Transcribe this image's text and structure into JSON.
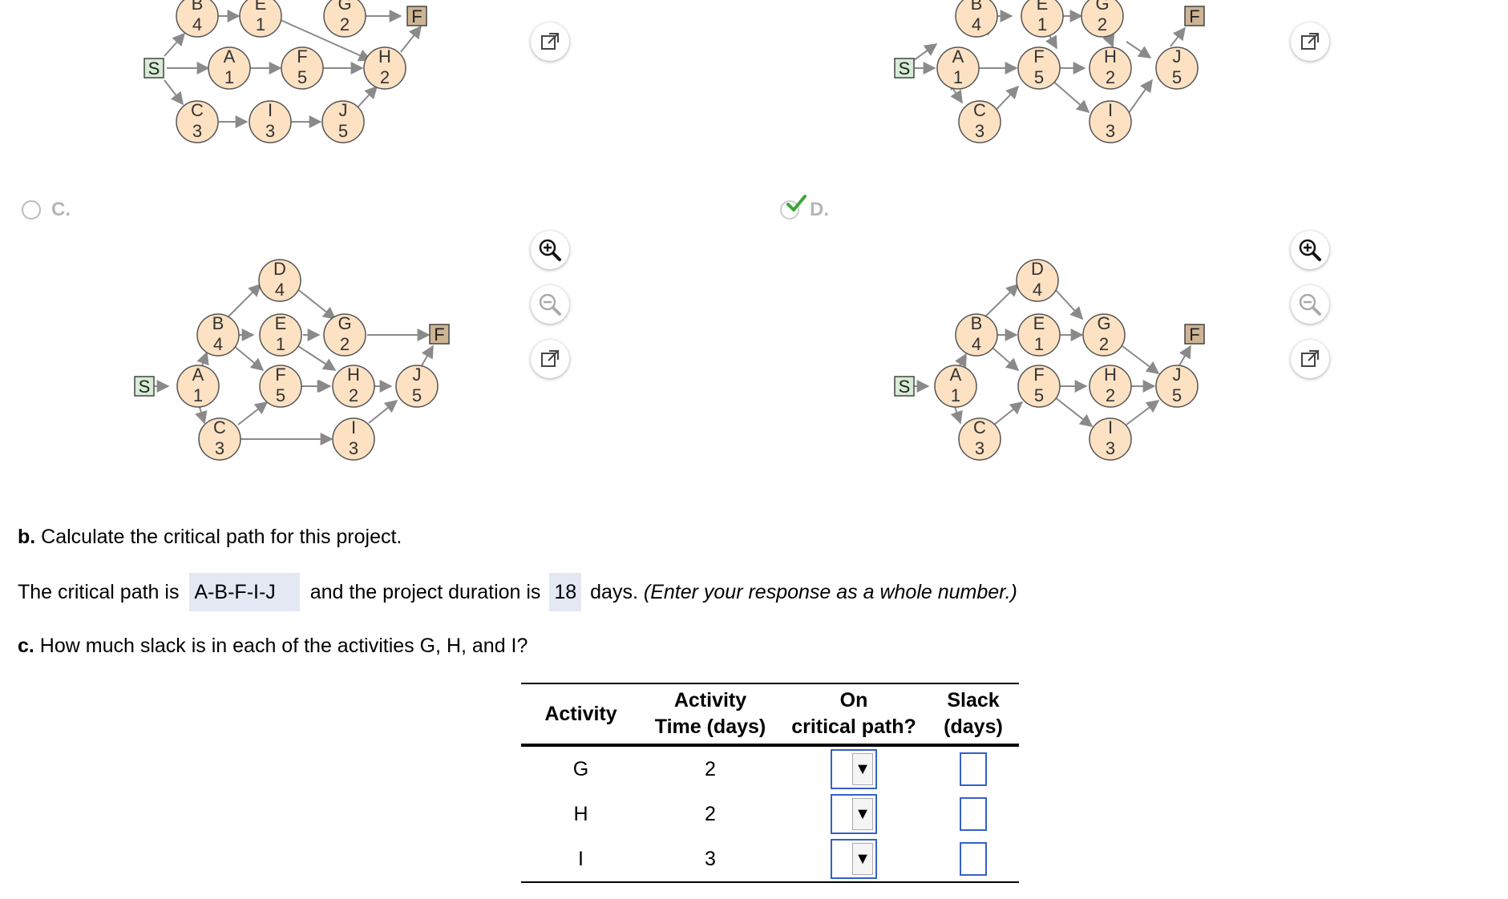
{
  "options": [
    {
      "letter": "C.",
      "state": "unselected"
    },
    {
      "letter": "D.",
      "state": "selected-correct"
    }
  ],
  "node_labels": {
    "S": "S",
    "F": "F",
    "A": [
      "A",
      "1"
    ],
    "B": [
      "B",
      "4"
    ],
    "C": [
      "C",
      "3"
    ],
    "D": [
      "D",
      "4"
    ],
    "E": [
      "E",
      "1"
    ],
    "Fa": [
      "F",
      "5"
    ],
    "G": [
      "G",
      "2"
    ],
    "H": [
      "H",
      "2"
    ],
    "I": [
      "I",
      "3"
    ],
    "J": [
      "J",
      "5"
    ]
  },
  "question_b": {
    "prefix": "b.",
    "text": " Calculate the critical path for this project.",
    "line_start": "The critical path is",
    "critical_path": "A-B-F-I-J",
    "line_mid": "and the project duration is",
    "duration": "18",
    "line_end": "days.",
    "instruction": "(Enter your response as a whole number.)"
  },
  "question_c": {
    "prefix": "c.",
    "text": " How much slack is in each of the activities G, H, and I?"
  },
  "table": {
    "headers": [
      [
        "Activity"
      ],
      [
        "Activity",
        "Time (days)"
      ],
      [
        "On",
        "critical path?"
      ],
      [
        "Slack",
        "(days)"
      ]
    ],
    "rows": [
      {
        "activity": "G",
        "time": "2"
      },
      {
        "activity": "H",
        "time": "2"
      },
      {
        "activity": "I",
        "time": "3"
      }
    ],
    "dropdown_arrow": "▼"
  },
  "icons": [
    "external-link-icon",
    "zoom-in-icon",
    "zoom-out-icon",
    "check-icon"
  ]
}
